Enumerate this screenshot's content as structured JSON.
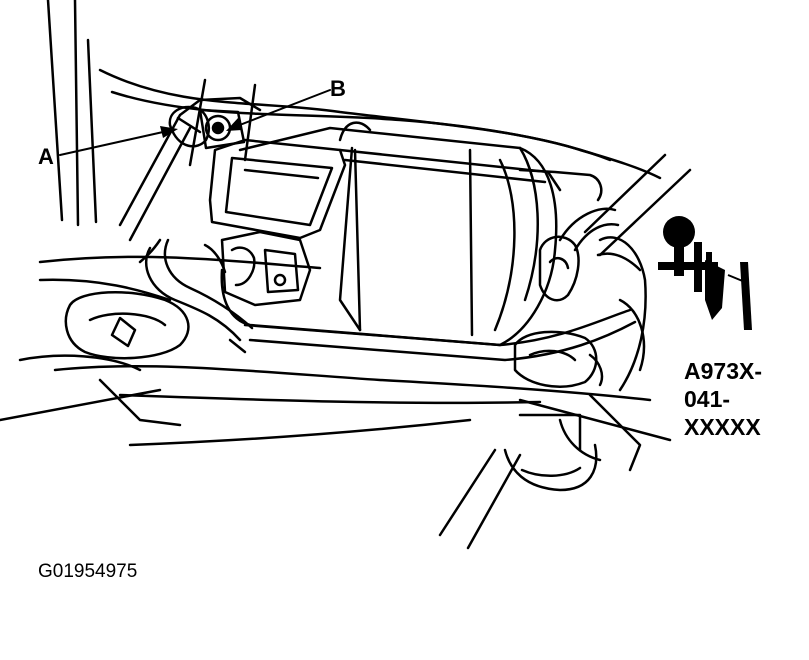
{
  "callouts": {
    "a": "A",
    "b": "B"
  },
  "tool_label": {
    "line1": "A973X-",
    "line2": "041-",
    "line3": "XXXXX"
  },
  "figure_id": "G01954975",
  "colors": {
    "ink": "#000000",
    "paper": "#ffffff"
  }
}
